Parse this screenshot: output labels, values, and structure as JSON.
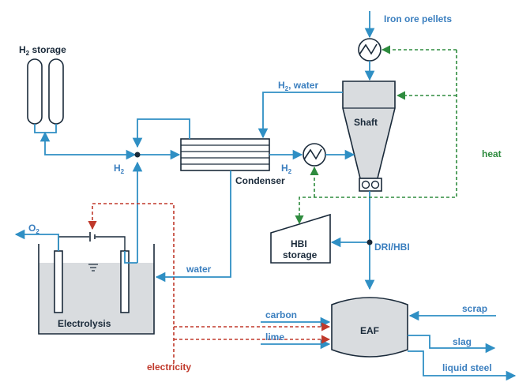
{
  "labels": {
    "iron_ore": "Iron ore pellets",
    "h2_storage_pre": "H",
    "h2_storage_sub": "2",
    "h2_storage_post": " storage",
    "h2_water_pre": "H",
    "h2_water_sub": "2",
    "h2_water_post": ", water",
    "shaft": "Shaft",
    "heat": "heat",
    "h2_left_pre": "H",
    "h2_left_sub": "2",
    "h2_right_pre": "H",
    "h2_right_sub": "2",
    "condenser": "Condenser",
    "o2_pre": "O",
    "o2_sub": "2",
    "hbi_storage_line1": "HBI",
    "hbi_storage_line2": "storage",
    "dri_hbi": "DRI/HBI",
    "water": "water",
    "electrolysis": "Electrolysis",
    "carbon": "carbon",
    "lime": "lime",
    "eaf": "EAF",
    "scrap": "scrap",
    "slag": "slag",
    "liquid_steel": "liquid steel",
    "electricity": "electricity"
  },
  "colors": {
    "flow_blue": "#2f8fc4",
    "label_blue": "#3b7fbf",
    "outline_dark": "#1a2a3a",
    "electricity_red": "#c0392b",
    "heat_green": "#2e8b3e",
    "vessel_fill": "#d9dcdf"
  }
}
